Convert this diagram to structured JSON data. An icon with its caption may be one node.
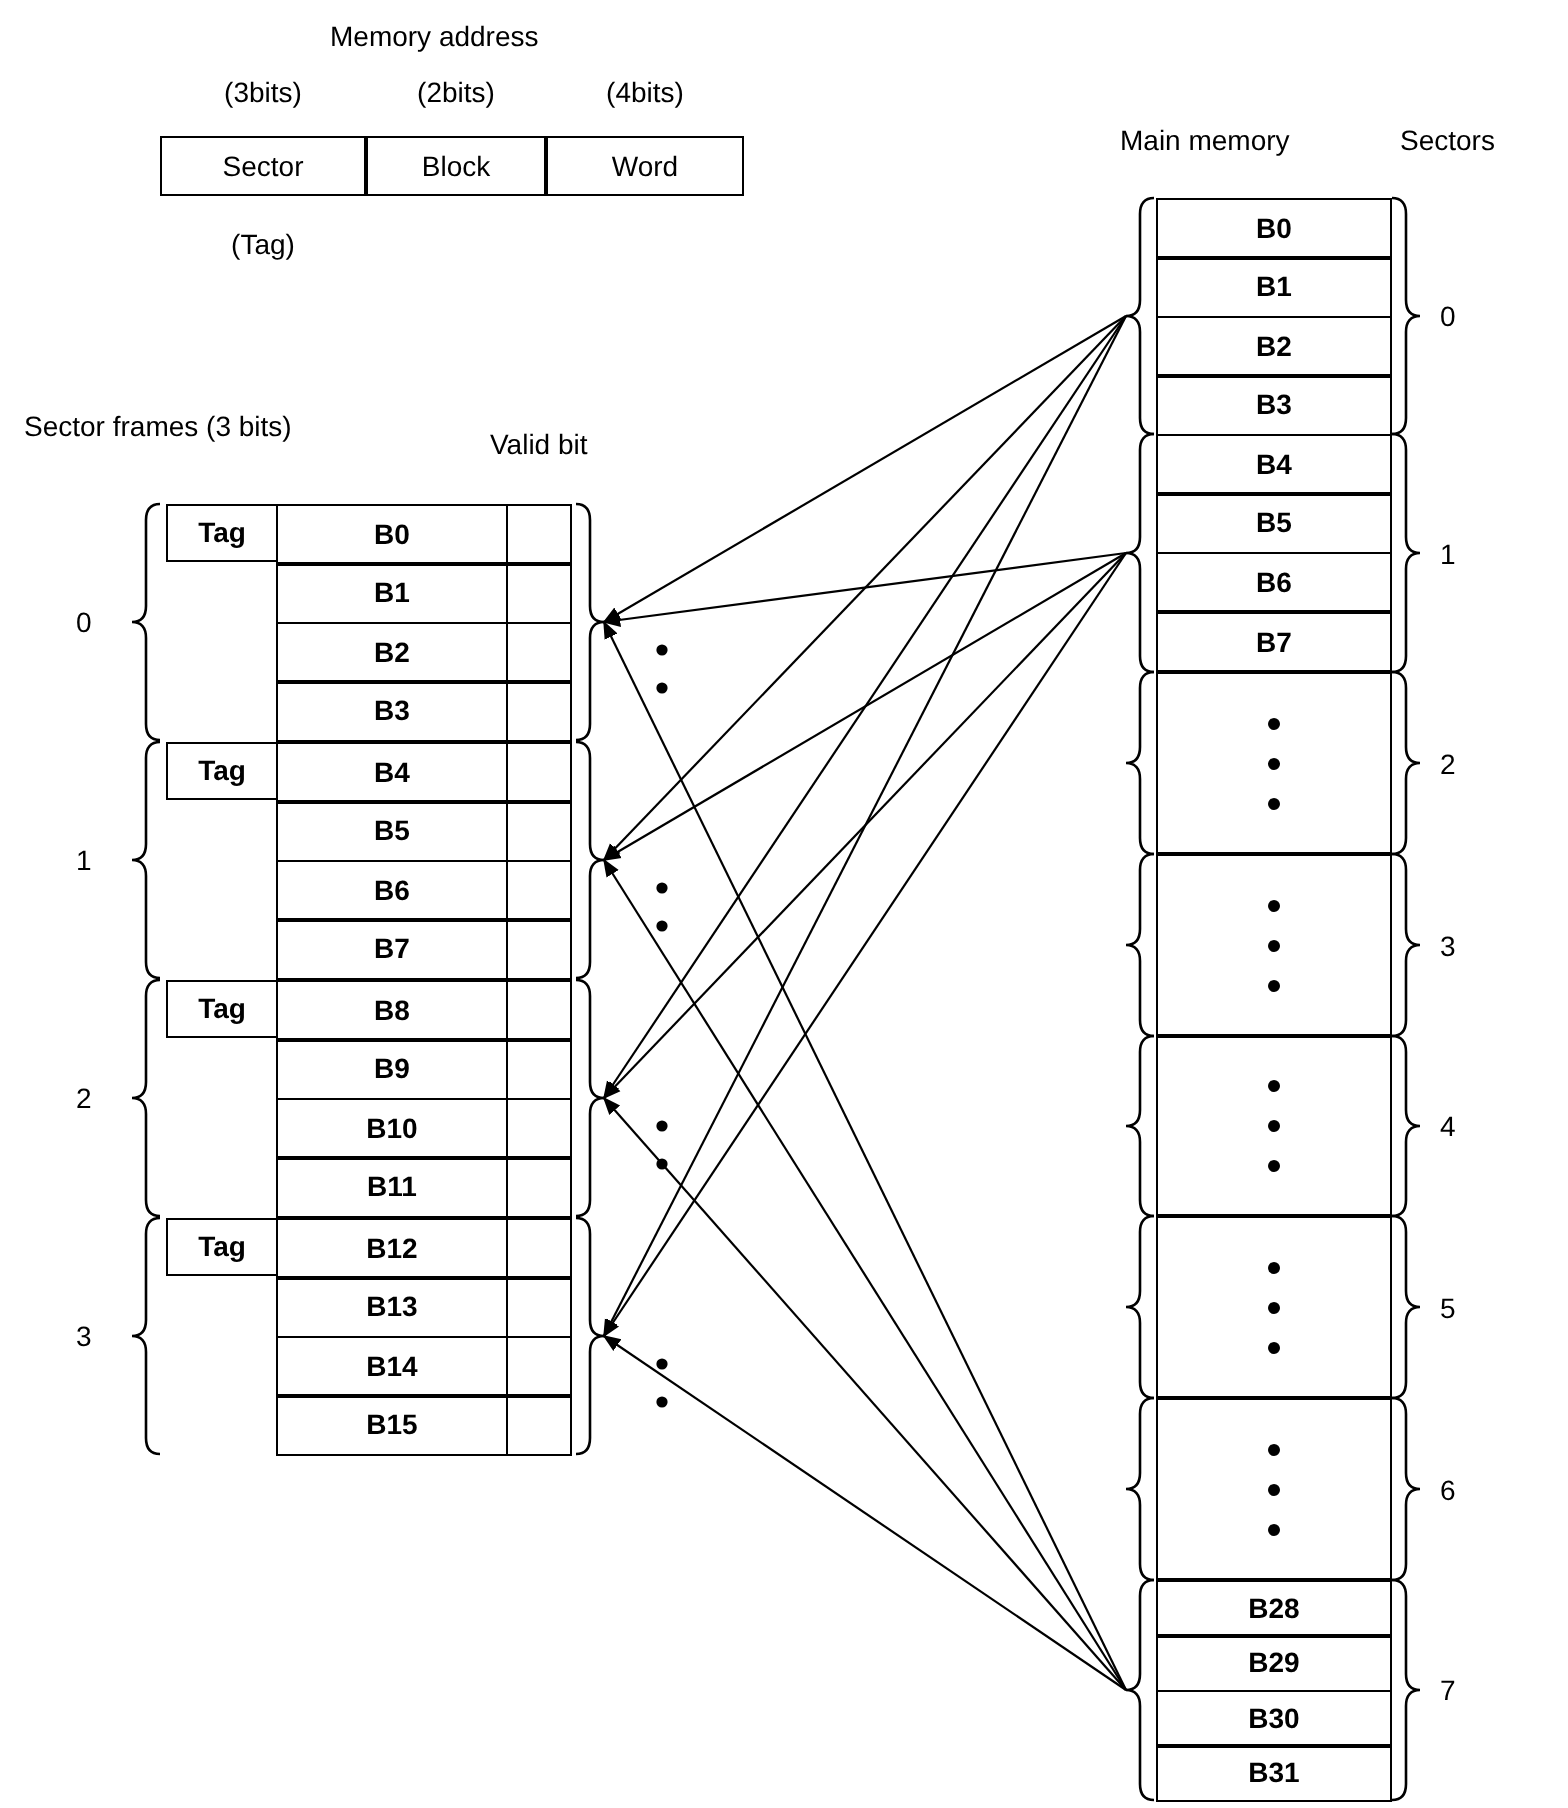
{
  "diagram": {
    "nodes": [
      {
        "text": [
          "Sector"
        ],
        "beside": [
          "(3bits)",
          "(Tag)"
        ]
      },
      {
        "text": [
          "Block"
        ],
        "beside": [
          "(2bits)"
        ]
      },
      {
        "text": [
          "Word"
        ],
        "beside": [
          "(4bits)"
        ]
      },
      {
        "text": [],
        "shape": "box",
        "beside": [
          "0"
        ]
      },
      {
        "text": [
          "Tag"
        ],
        "in": 3
      },
      {
        "text": [
          "B0"
        ],
        "in": 3
      },
      {
        "text": [
          "B1"
        ],
        "in": 3
      },
      {
        "text": [
          "B2"
        ],
        "in": 3
      },
      {
        "text": [
          "B3"
        ],
        "in": 3
      },
      {
        "text": [],
        "shape": "box",
        "beside": [
          "1"
        ]
      },
      {
        "text": [
          "Tag"
        ],
        "in": 9
      },
      {
        "text": [
          "B4"
        ],
        "in": 9
      },
      {
        "text": [
          "B5"
        ],
        "in": 9
      },
      {
        "text": [
          "B6"
        ],
        "in": 9
      },
      {
        "text": [
          "B7"
        ],
        "in": 9
      },
      {
        "text": [],
        "shape": "box",
        "beside": [
          "2"
        ]
      },
      {
        "text": [
          "Tag"
        ],
        "in": 15
      },
      {
        "text": [
          "B8"
        ],
        "in": 15
      },
      {
        "text": [
          "B9"
        ],
        "in": 15
      },
      {
        "text": [
          "B10"
        ],
        "in": 15
      },
      {
        "text": [
          "B11"
        ],
        "in": 15
      },
      {
        "text": [],
        "shape": "box",
        "beside": [
          "3"
        ]
      },
      {
        "text": [
          "Tag"
        ],
        "in": 21
      },
      {
        "text": [
          "B12"
        ],
        "in": 21
      },
      {
        "text": [
          "B13"
        ],
        "in": 21
      },
      {
        "text": [
          "B14"
        ],
        "in": 21
      },
      {
        "text": [
          "B15"
        ],
        "in": 21
      },
      {
        "text": [],
        "shape": "box",
        "beside": [
          "0"
        ]
      },
      {
        "text": [
          "B0"
        ],
        "in": 27
      },
      {
        "text": [
          "B1"
        ],
        "in": 27
      },
      {
        "text": [
          "B2"
        ],
        "in": 27
      },
      {
        "text": [
          "B3"
        ],
        "in": 27
      },
      {
        "text": [],
        "shape": "box",
        "beside": [
          "1"
        ]
      },
      {
        "text": [
          "B4"
        ],
        "in": 32
      },
      {
        "text": [
          "B5"
        ],
        "in": 32
      },
      {
        "text": [
          "B6"
        ],
        "in": 32
      },
      {
        "text": [
          "B7"
        ],
        "in": 32
      },
      {
        "text": [],
        "shape": "box",
        "beside": [
          "2"
        ]
      },
      {
        "text": [],
        "shape": "box",
        "beside": [
          "3"
        ]
      },
      {
        "text": [],
        "shape": "box",
        "beside": [
          "4"
        ]
      },
      {
        "text": [],
        "shape": "box",
        "beside": [
          "5"
        ]
      },
      {
        "text": [],
        "shape": "box",
        "beside": [
          "6"
        ]
      },
      {
        "text": [],
        "shape": "box",
        "beside": [
          "7"
        ]
      },
      {
        "text": [
          "B28"
        ],
        "in": 42
      },
      {
        "text": [
          "B29"
        ],
        "in": 42
      },
      {
        "text": [
          "B30"
        ],
        "in": 42
      },
      {
        "text": [
          "B31"
        ],
        "in": 42
      }
    ],
    "edges": [
      {
        "from": 27,
        "to": 3,
        "arrow": "to"
      },
      {
        "from": 27,
        "to": 9,
        "arrow": "to"
      },
      {
        "from": 27,
        "to": 15,
        "arrow": "to"
      },
      {
        "from": 27,
        "to": 21,
        "arrow": "to"
      },
      {
        "from": 32,
        "to": 3,
        "arrow": "to"
      },
      {
        "from": 32,
        "to": 9,
        "arrow": "to"
      },
      {
        "from": 32,
        "to": 15,
        "arrow": "to"
      },
      {
        "from": 32,
        "to": 21,
        "arrow": "to"
      },
      {
        "from": 42,
        "to": 3,
        "arrow": "to"
      },
      {
        "from": 42,
        "to": 9,
        "arrow": "to"
      },
      {
        "from": 42,
        "to": 15,
        "arrow": "to"
      },
      {
        "from": 42,
        "to": 21,
        "arrow": "to"
      }
    ],
    "labels": [
      "Memory address",
      "Sector frames (3 bits)",
      "Valid bit",
      "Main memory",
      "Sectors"
    ]
  }
}
